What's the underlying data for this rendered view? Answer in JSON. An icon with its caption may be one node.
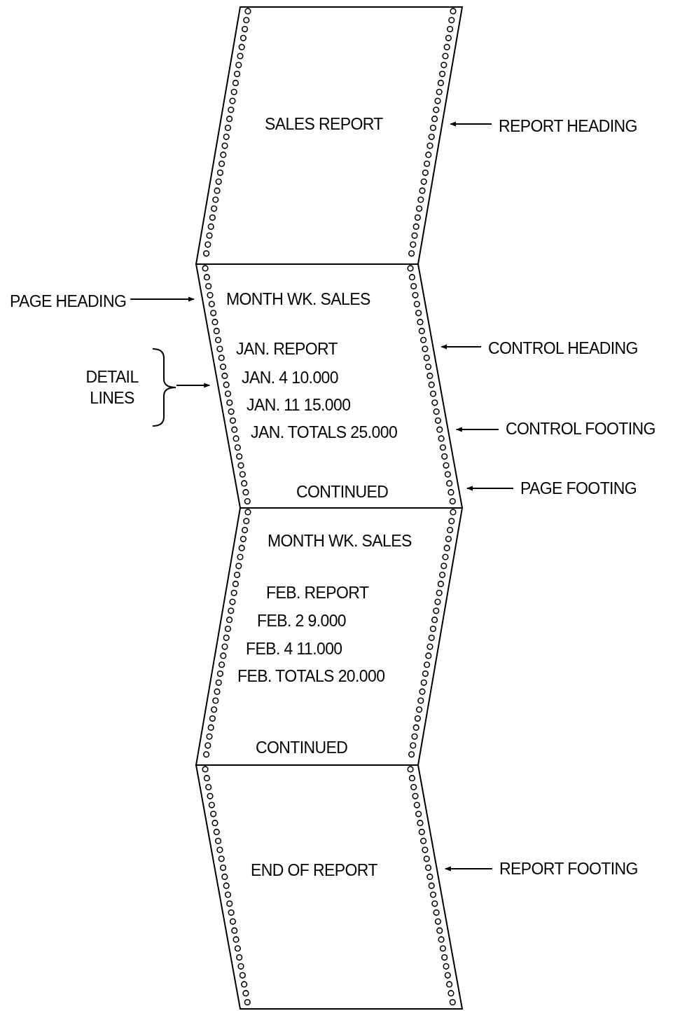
{
  "diagram": {
    "nodes": [
      {
        "text": [
          "SALES REPORT"
        ]
      },
      {
        "text": [
          "REPORT HEADING"
        ]
      },
      {
        "text": [
          "MONTH WK. SALES",
          "JAN. REPORT",
          "JAN. 4 10.000",
          "JAN. 11 15.000",
          "JAN. TOTALS 25.000",
          "CONTINUED"
        ]
      },
      {
        "text": [
          "PAGE HEADING"
        ]
      },
      {
        "text": [
          "DETAIL LINES"
        ]
      },
      {
        "text": [
          "CONTROL HEADING"
        ]
      },
      {
        "text": [
          "CONTROL FOOTING"
        ]
      },
      {
        "text": [
          "PAGE FOOTING"
        ]
      },
      {
        "text": [
          "MONTH WK. SALES",
          "FEB. REPORT",
          "FEB. 2 9.000",
          "FEB. 4 11.000",
          "FEB. TOTALS 20.000",
          "CONTINUED"
        ]
      },
      {
        "text": [
          "END OF REPORT"
        ]
      },
      {
        "text": [
          "REPORT FOOTING"
        ]
      }
    ],
    "edges": [
      {
        "from": 1,
        "to": 0,
        "arrow": "to"
      },
      {
        "from": 3,
        "to": 2,
        "arrow": "to"
      },
      {
        "from": 4,
        "to": 2,
        "arrow": "to"
      },
      {
        "from": 5,
        "to": 2,
        "arrow": "to"
      },
      {
        "from": 6,
        "to": 2,
        "arrow": "to"
      },
      {
        "from": 7,
        "to": 2,
        "arrow": "to"
      },
      {
        "from": 10,
        "to": 9,
        "arrow": "to"
      }
    ]
  }
}
